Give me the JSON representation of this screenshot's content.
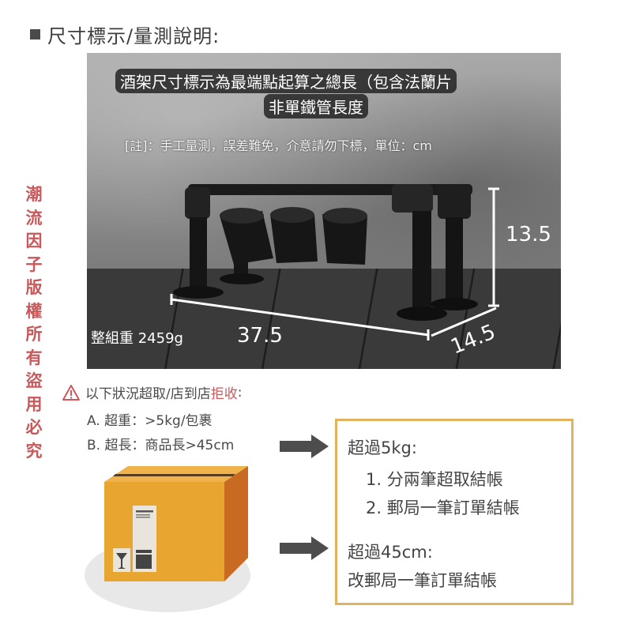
{
  "header": {
    "title": "尺寸標示/量測說明:"
  },
  "watermark": "潮流因子版權所有盜用必究",
  "photo": {
    "caption_line1": "酒架尺寸標示為最端點起算之總長（包含法蘭片",
    "caption_line2": "非單鐵管長度",
    "note": "[註]：手工量測，誤差難免，介意請勿下標，單位：cm",
    "height_label": "13.5",
    "length_label": "37.5",
    "depth_label": "14.5",
    "weight_label": "整組重 2459g"
  },
  "rejection": {
    "intro": "以下狀況超取/店到店",
    "intro_red": "拒收",
    "intro_end": ":",
    "item_a": "A.  超重：>5kg/包裹",
    "item_b": "B.  超長：商品長>45cm"
  },
  "info_box": {
    "heading_weight": "超過5kg:",
    "option_1": "1.  分兩筆超取結帳",
    "option_2": "2.  郵局一筆訂單結帳",
    "heading_length": "超過45cm:",
    "length_solution": "改郵局一筆訂單結帳"
  },
  "colors": {
    "accent_red": "#d0585b",
    "box_border": "#e2b35e",
    "arrow": "#4d4d4d"
  }
}
